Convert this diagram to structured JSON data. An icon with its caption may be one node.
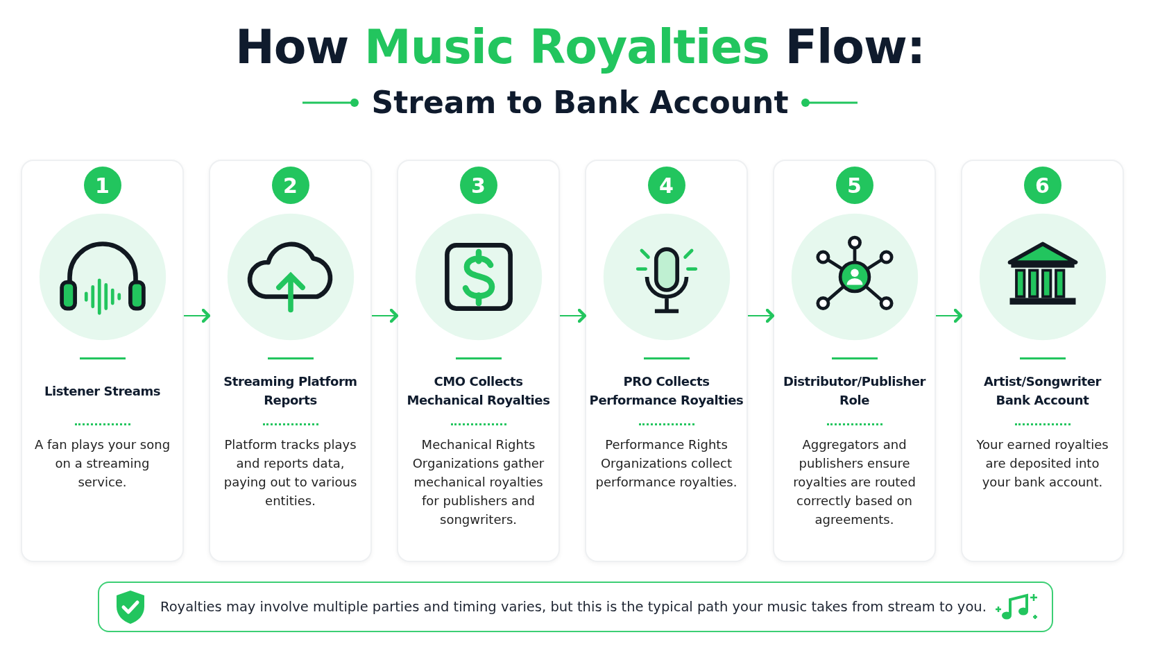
{
  "diagram": {
    "title": "How Music Royalties Flow:",
    "nodes": [
      {
        "text": [
          "1",
          "Listener Streams",
          "A fan plays your song on a streaming service."
        ]
      },
      {
        "text": [
          "2",
          "Streaming Platform Reports",
          "Platform tracks plays and reports data, paying out to various entities."
        ]
      },
      {
        "text": [
          "3",
          "CMO Collects Mechanical Royalties",
          "Mechanical Rights Organizations gather mechanical royalties for publishers and songwriters."
        ]
      },
      {
        "text": [
          "4",
          "PRO Collects Performance Royalties",
          "Performance Rights Organizations collect performance royalties."
        ]
      },
      {
        "text": [
          "5",
          "Distributor/Publisher Role",
          "Aggregators and publishers ensure royalties are routed correctly based on agreements."
        ]
      },
      {
        "text": [
          "6",
          "Artist/Songwriter Bank Account",
          "Your earned royalties are deposited into your bank account."
        ]
      },
      {
        "text": [
          "Royalties may involve multiple parties and timing varies, but this is the typical path your music takes from stream to you."
        ]
      }
    ],
    "edges": [
      {
        "from": 0,
        "to": 1,
        "arrow": "to"
      },
      {
        "from": 1,
        "to": 2,
        "arrow": "to"
      },
      {
        "from": 2,
        "to": 3,
        "arrow": "to"
      },
      {
        "from": 3,
        "to": 4,
        "arrow": "to"
      },
      {
        "from": 4,
        "to": 5,
        "arrow": "to"
      }
    ],
    "labels": [
      "Stream to Bank Account"
    ]
  }
}
